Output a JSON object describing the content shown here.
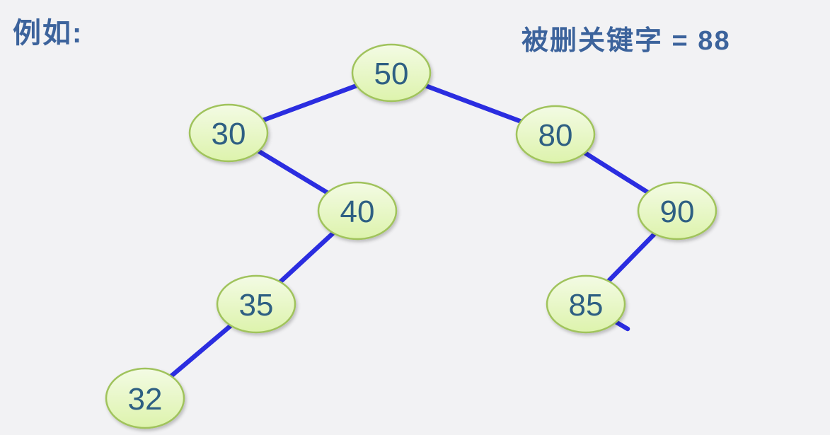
{
  "page": {
    "example_label": "例如:",
    "delete_caption": "被删关键字 = 88"
  },
  "colors": {
    "bg": "#f2f2f4",
    "heading": "#3c639c",
    "node-text": "#2e5f83",
    "node-border": "#a0c35c",
    "node-top": "#f3fbe4",
    "node-bottom": "#ddf3ac",
    "edge": "#2b2de0"
  },
  "tree": {
    "type": "binary-search-tree",
    "root": "50",
    "nodes": [
      {
        "value": "50"
      },
      {
        "value": "30"
      },
      {
        "value": "80"
      },
      {
        "value": "40"
      },
      {
        "value": "90"
      },
      {
        "value": "35"
      },
      {
        "value": "85"
      },
      {
        "value": "32"
      }
    ],
    "edges": [
      {
        "from": "50",
        "to": "30"
      },
      {
        "from": "50",
        "to": "80"
      },
      {
        "from": "30",
        "to": "40"
      },
      {
        "from": "80",
        "to": "90"
      },
      {
        "from": "40",
        "to": "35"
      },
      {
        "from": "90",
        "to": "85"
      },
      {
        "from": "35",
        "to": "32"
      }
    ]
  }
}
